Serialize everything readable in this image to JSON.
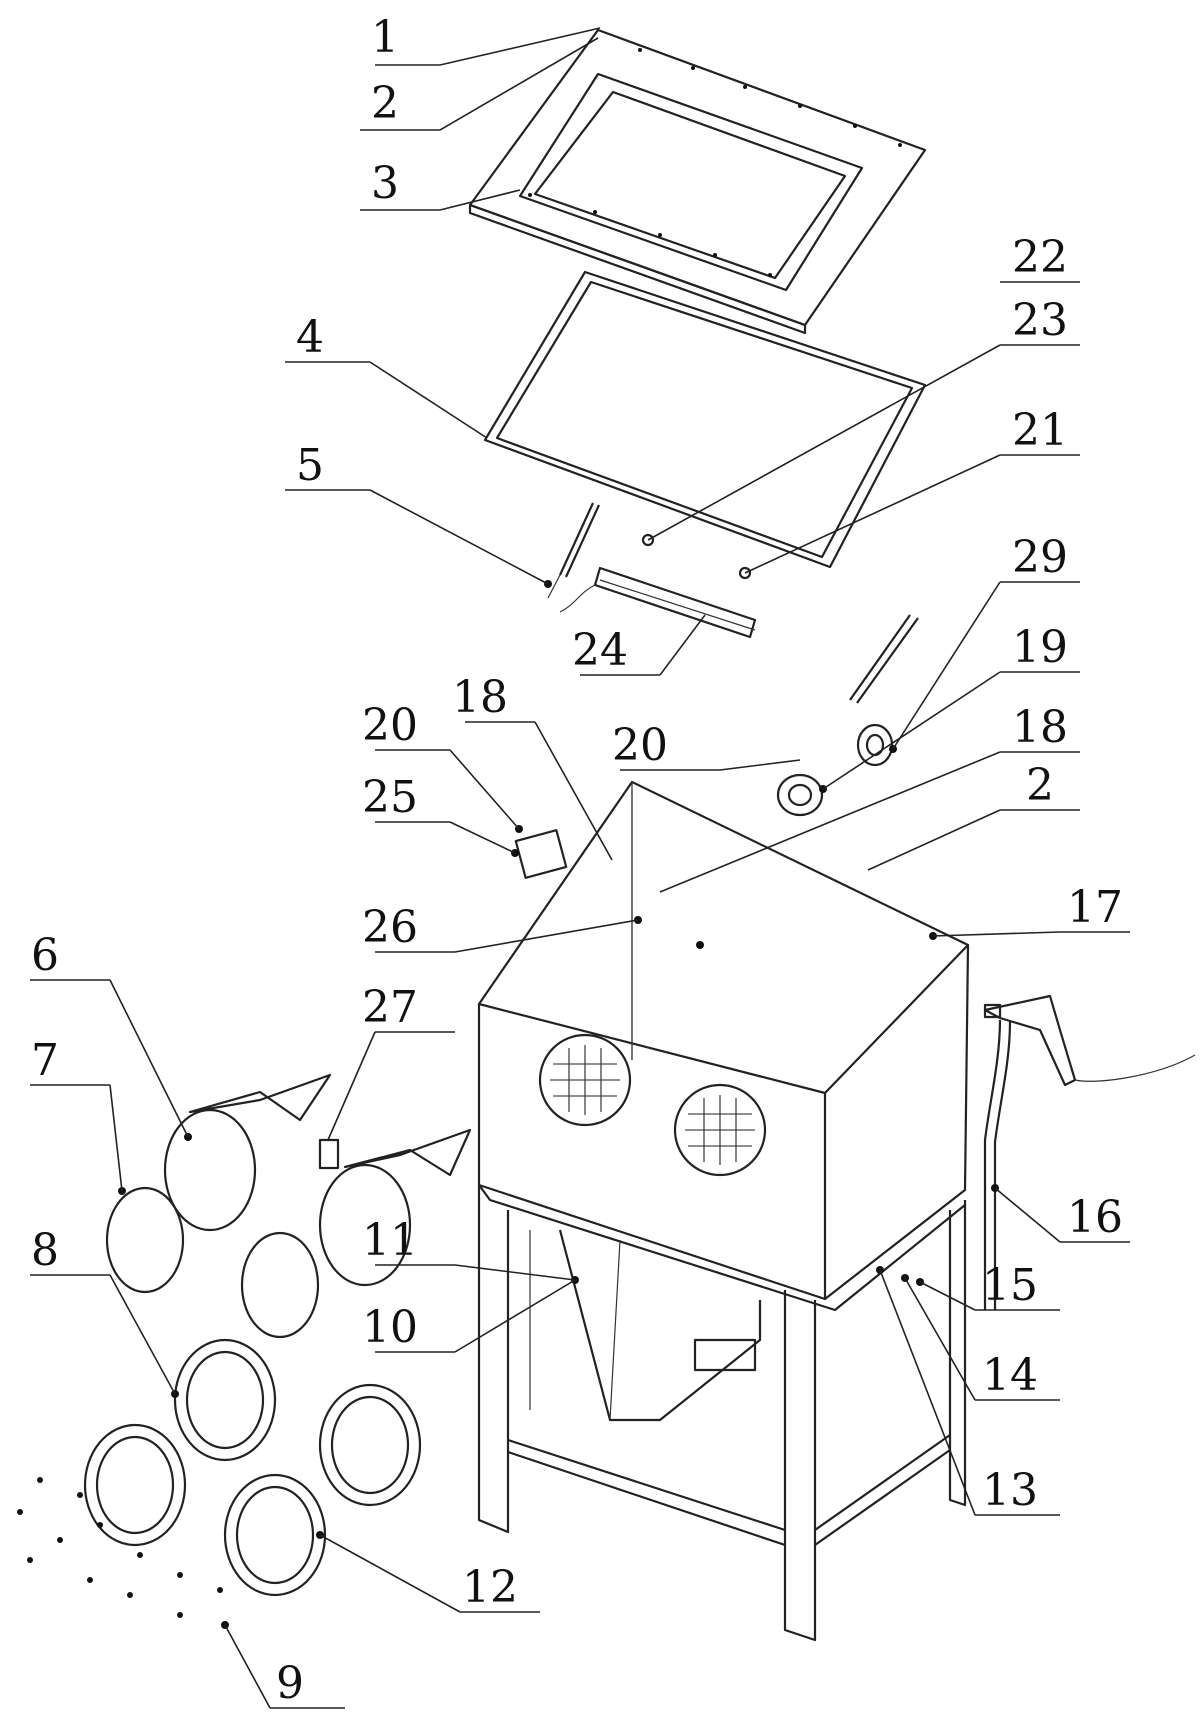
{
  "diagram": {
    "type": "exploded-assembly-drawing",
    "callouts": [
      {
        "id": "c1",
        "text": "1"
      },
      {
        "id": "c2a",
        "text": "2"
      },
      {
        "id": "c3",
        "text": "3"
      },
      {
        "id": "c22",
        "text": "22"
      },
      {
        "id": "c23",
        "text": "23"
      },
      {
        "id": "c4",
        "text": "4"
      },
      {
        "id": "c21",
        "text": "21"
      },
      {
        "id": "c5",
        "text": "5"
      },
      {
        "id": "c29",
        "text": "29"
      },
      {
        "id": "c24",
        "text": "24"
      },
      {
        "id": "c19",
        "text": "19"
      },
      {
        "id": "c18a",
        "text": "18"
      },
      {
        "id": "c20a",
        "text": "20"
      },
      {
        "id": "c20b",
        "text": "20"
      },
      {
        "id": "c18b",
        "text": "18"
      },
      {
        "id": "c25",
        "text": "25"
      },
      {
        "id": "c2b",
        "text": "2"
      },
      {
        "id": "c26",
        "text": "26"
      },
      {
        "id": "c17",
        "text": "17"
      },
      {
        "id": "c6",
        "text": "6"
      },
      {
        "id": "c27",
        "text": "27"
      },
      {
        "id": "c7",
        "text": "7"
      },
      {
        "id": "c16",
        "text": "16"
      },
      {
        "id": "c11",
        "text": "11"
      },
      {
        "id": "c8",
        "text": "8"
      },
      {
        "id": "c15",
        "text": "15"
      },
      {
        "id": "c10",
        "text": "10"
      },
      {
        "id": "c14",
        "text": "14"
      },
      {
        "id": "c13",
        "text": "13"
      },
      {
        "id": "c12",
        "text": "12"
      },
      {
        "id": "c9",
        "text": "9"
      }
    ]
  }
}
